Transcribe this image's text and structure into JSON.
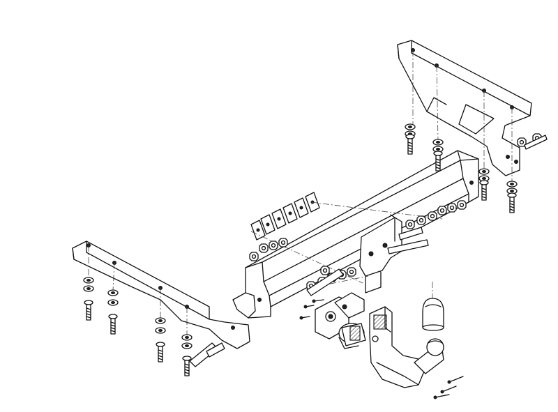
{
  "diagram": {
    "text": [],
    "parts": [
      "left-side-bracket",
      "right-side-bracket",
      "main-crossbar",
      "bumper-spacer-plates",
      "tow-ball-neck",
      "tow-ball",
      "ball-cover-cap",
      "socket-plate",
      "electrical-socket",
      "bolts-and-nuts"
    ]
  }
}
